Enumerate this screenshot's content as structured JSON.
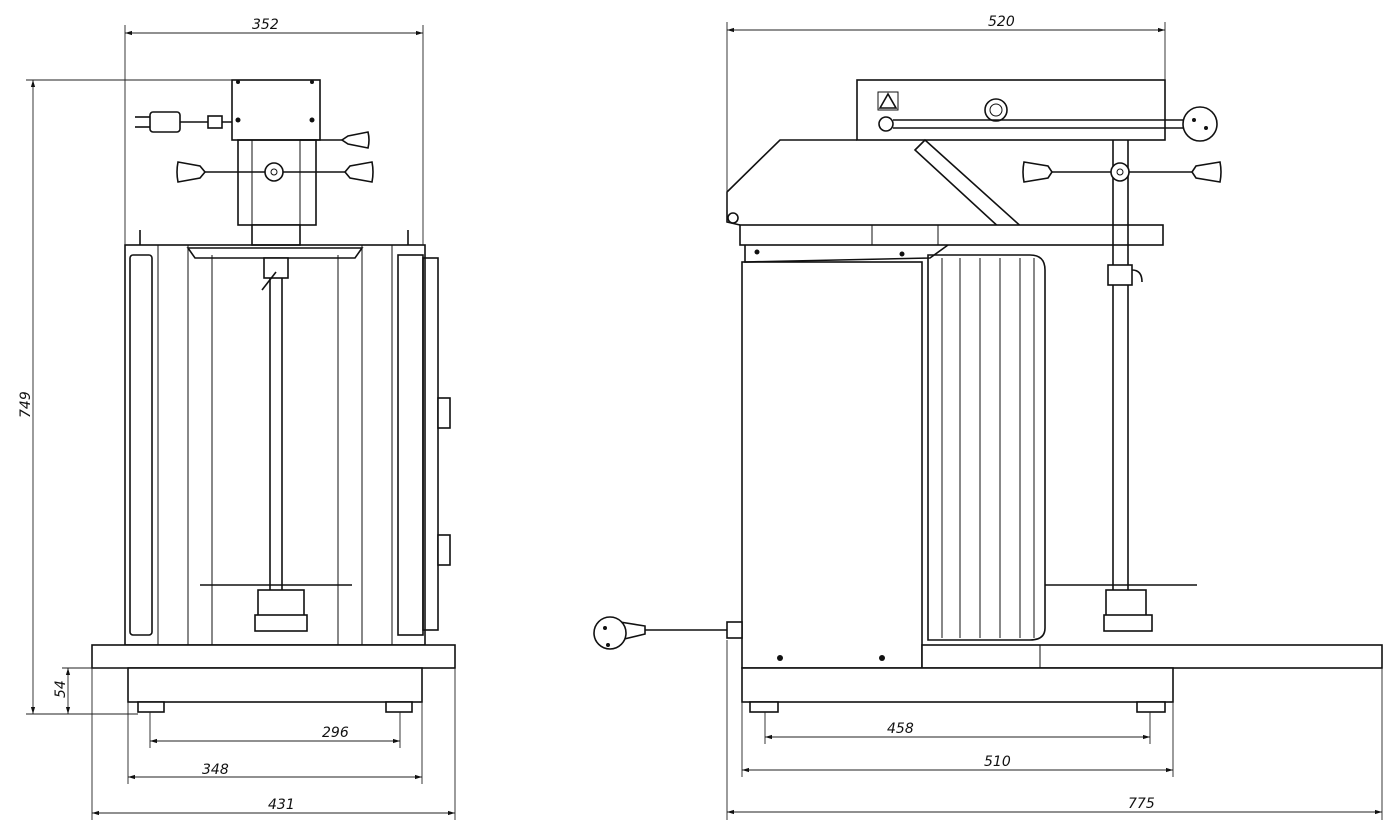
{
  "drawing": {
    "front_view": {
      "dimensions": {
        "top_width": "352",
        "total_height": "749",
        "base_height": "54",
        "feet_spacing": "296",
        "base_width": "348",
        "plate_width": "431"
      }
    },
    "side_view": {
      "dimensions": {
        "top_width": "520",
        "feet_spacing": "458",
        "base_depth": "510",
        "total_depth": "775"
      }
    }
  },
  "colors": {
    "line": "#111111",
    "background": "#ffffff"
  }
}
